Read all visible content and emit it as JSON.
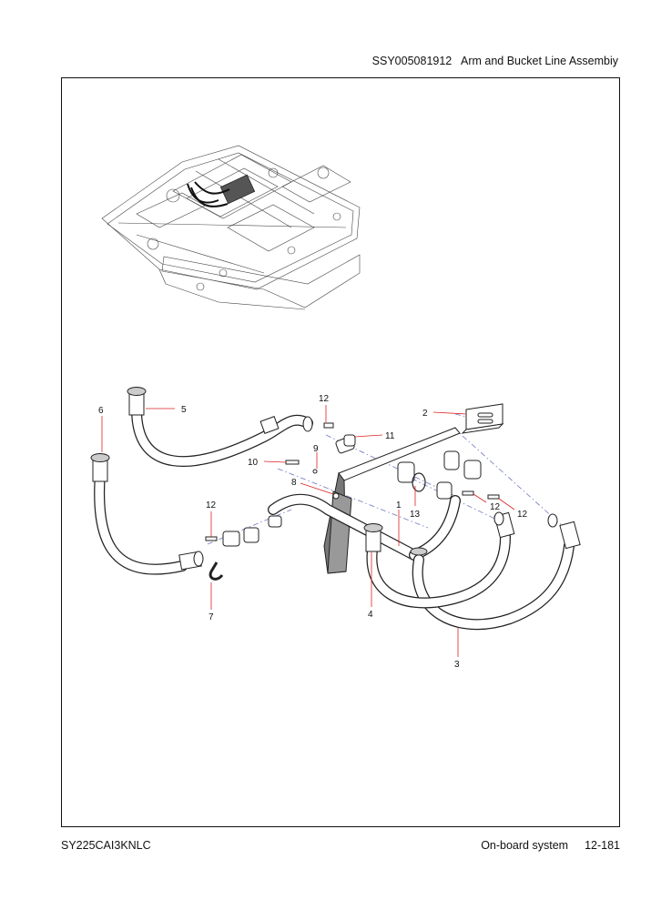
{
  "header": {
    "doc_code": "SSY005081912",
    "title": "Arm and Bucket Line Assembiy"
  },
  "footer": {
    "model": "SY225CAI3KNLC",
    "section": "On-board system",
    "page": "12-181"
  },
  "callouts": [
    "1",
    "2",
    "3",
    "4",
    "5",
    "6",
    "7",
    "8",
    "9",
    "10",
    "11",
    "12",
    "12",
    "12",
    "12",
    "13"
  ]
}
